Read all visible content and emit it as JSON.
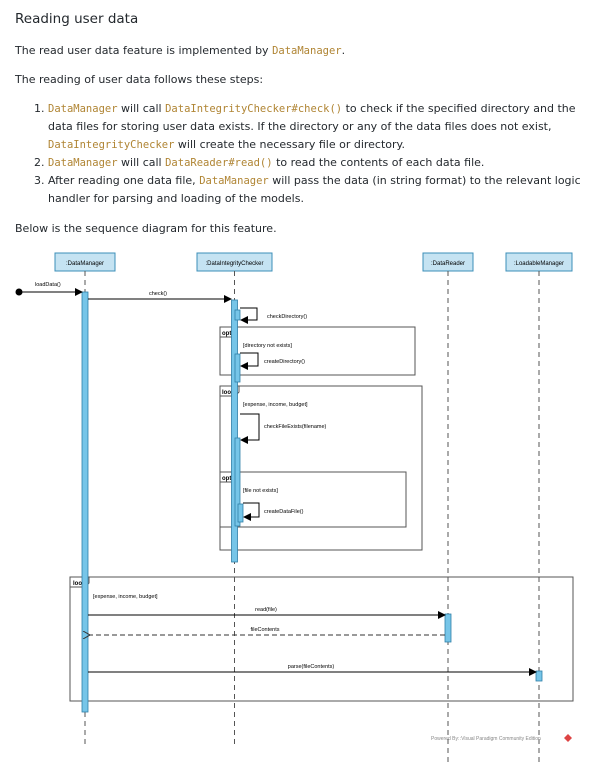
{
  "section_title": "Reading user data",
  "intro": {
    "text": "The read user data feature is implemented by ",
    "code": "DataManager",
    "end": "."
  },
  "steps_intro": "The reading of user data follows these steps:",
  "steps": [
    {
      "code1": "DataManager",
      "text1": " will call ",
      "code2": "DataIntegrityChecker#check()",
      "text2": " to check if the specified directory and the data files for storing user data exists. If the directory or any of the data files does not exist, ",
      "code3": "DataIntegrityChecker",
      "text3": " will create the necessary file or directory."
    },
    {
      "code1": "DataManager",
      "text1": " will call ",
      "code2": "DataReader#read()",
      "text2": " to read the contents of each data file."
    },
    {
      "text1": "After reading one data file, ",
      "code1": "DataManager",
      "text2": " will pass the data (in string format) to the relevant logic handler for parsing and loading of the models."
    }
  ],
  "diagram_intro": "Below is the sequence diagram for this feature.",
  "diagram": {
    "lifelines": {
      "data_manager": ":DataManager",
      "integrity_checker": ":DataIntegrityChecker",
      "data_reader": ":DataReader",
      "loadable_manager": ":LoadableManager"
    },
    "messages": {
      "load_data": "loadData()",
      "check": "check()",
      "check_directory": "checkDirectory()",
      "create_directory": "createDirectory()",
      "check_file_exists": "checkFileExists(filename)",
      "create_data_file": "createDataFile()",
      "read": "read(file)",
      "file_contents": "fileContents",
      "parse": "parse(fileContents)"
    },
    "fragments": {
      "opt1_label": "opt",
      "opt1_guard": "[directory not exists]",
      "loop1_label": "loop",
      "loop1_guard": "[expense, income, budget]",
      "opt2_label": "opt",
      "opt2_guard": "[file not exists]",
      "loop2_label": "loop",
      "loop2_guard": "[expense, income, budget]"
    },
    "watermark": "Powered By∷Visual Paradigm Community Edition"
  },
  "colors": {
    "code": "#b08534",
    "lifeline_fill": "#c5e3f2",
    "activation_fill": "#76c5e8"
  }
}
